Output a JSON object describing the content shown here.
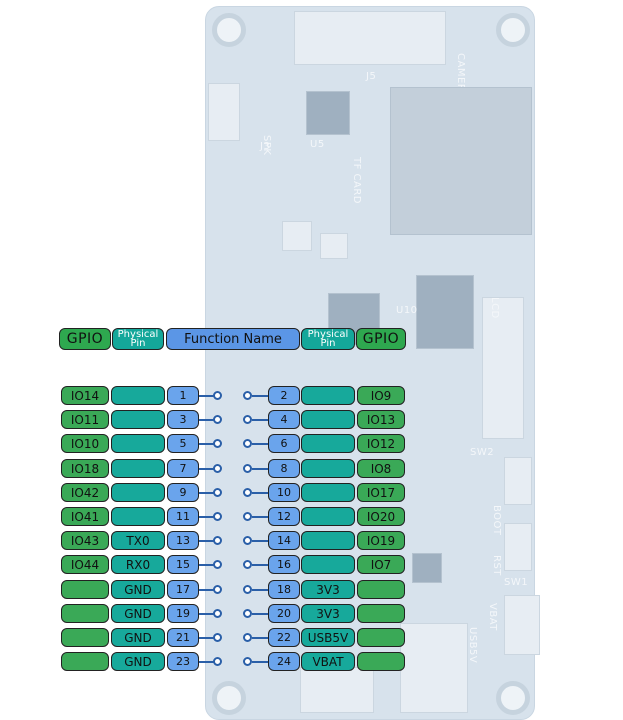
{
  "header": {
    "gpio_left": "GPIO",
    "phys_left_1": "Physical",
    "phys_left_2": "Pin",
    "function": "Function Name",
    "phys_right_1": "Physical",
    "phys_right_2": "Pin",
    "gpio_right": "GPIO"
  },
  "rows": [
    {
      "l_gpio": "IO14",
      "l_func": "",
      "l_pin": "1",
      "r_pin": "2",
      "r_func": "",
      "r_gpio": "IO9"
    },
    {
      "l_gpio": "IO11",
      "l_func": "",
      "l_pin": "3",
      "r_pin": "4",
      "r_func": "",
      "r_gpio": "IO13"
    },
    {
      "l_gpio": "IO10",
      "l_func": "",
      "l_pin": "5",
      "r_pin": "6",
      "r_func": "",
      "r_gpio": "IO12"
    },
    {
      "l_gpio": "IO18",
      "l_func": "",
      "l_pin": "7",
      "r_pin": "8",
      "r_func": "",
      "r_gpio": "IO8"
    },
    {
      "l_gpio": "IO42",
      "l_func": "",
      "l_pin": "9",
      "r_pin": "10",
      "r_func": "",
      "r_gpio": "IO17"
    },
    {
      "l_gpio": "IO41",
      "l_func": "",
      "l_pin": "11",
      "r_pin": "12",
      "r_func": "",
      "r_gpio": "IO20"
    },
    {
      "l_gpio": "IO43",
      "l_func": "TX0",
      "l_pin": "13",
      "r_pin": "14",
      "r_func": "",
      "r_gpio": "IO19"
    },
    {
      "l_gpio": "IO44",
      "l_func": "RX0",
      "l_pin": "15",
      "r_pin": "16",
      "r_func": "",
      "r_gpio": "IO7"
    },
    {
      "l_gpio": "",
      "l_func": "GND",
      "l_pin": "17",
      "r_pin": "18",
      "r_func": "3V3",
      "r_gpio": ""
    },
    {
      "l_gpio": "",
      "l_func": "GND",
      "l_pin": "19",
      "r_pin": "20",
      "r_func": "3V3",
      "r_gpio": ""
    },
    {
      "l_gpio": "",
      "l_func": "GND",
      "l_pin": "21",
      "r_pin": "22",
      "r_func": "USB5V",
      "r_gpio": ""
    },
    {
      "l_gpio": "",
      "l_func": "GND",
      "l_pin": "23",
      "r_pin": "24",
      "r_func": "VBAT",
      "r_gpio": ""
    }
  ],
  "board_labels": {
    "camera": "CAMERA",
    "tf_card": "TF CARD",
    "spk": "SPK",
    "lcd": "LCD",
    "boot": "BOOT",
    "rst": "RST",
    "vbat": "VBAT",
    "usb5v": "USB5V",
    "j5": "J5",
    "j3": "J3",
    "u5": "U5",
    "u10": "U10",
    "sw2": "SW2",
    "sw1": "SW1"
  },
  "colors": {
    "gpio": "#3aa957",
    "physical_pin": "#17a99b",
    "function_name": "#6aa4ec",
    "board": "#d7e2ec"
  }
}
